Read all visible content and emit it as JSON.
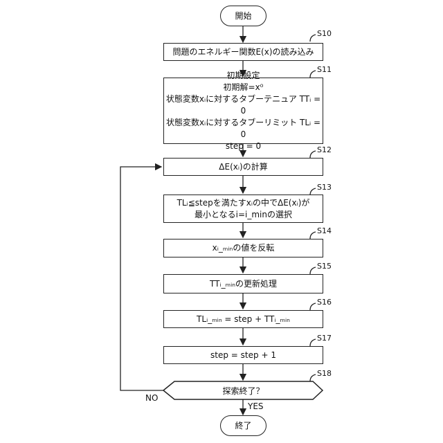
{
  "start": "開始",
  "end": "終了",
  "steps": [
    {
      "id": "S10",
      "text": "問題のエネルギー関数E(x)の読み込み"
    },
    {
      "id": "S11",
      "lines": [
        "初期設定",
        "初期解=x⁰",
        "状態変数xᵢに対するタブーテニュア TTᵢ = 0",
        "状態変数xᵢに対するタブーリミット TLᵢ = 0",
        "step = 0"
      ]
    },
    {
      "id": "S12",
      "text": "ΔE(xᵢ)の計算"
    },
    {
      "id": "S13",
      "lines": [
        "TLᵢ≦stepを満たすxᵢの中でΔE(xᵢ)が",
        "最小となるi=i_minの選択"
      ]
    },
    {
      "id": "S14",
      "text": "xᵢ_ₘᵢₙの値を反転"
    },
    {
      "id": "S15",
      "text": "TTᵢ_ₘᵢₙの更新処理"
    },
    {
      "id": "S16",
      "text": "TLᵢ_ₘᵢₙ = step + TTᵢ_ₘᵢₙ"
    },
    {
      "id": "S17",
      "text": "step = step + 1"
    },
    {
      "id": "S18",
      "text": "探索終了？"
    }
  ],
  "yes_label": "YES",
  "no_label": "NO"
}
